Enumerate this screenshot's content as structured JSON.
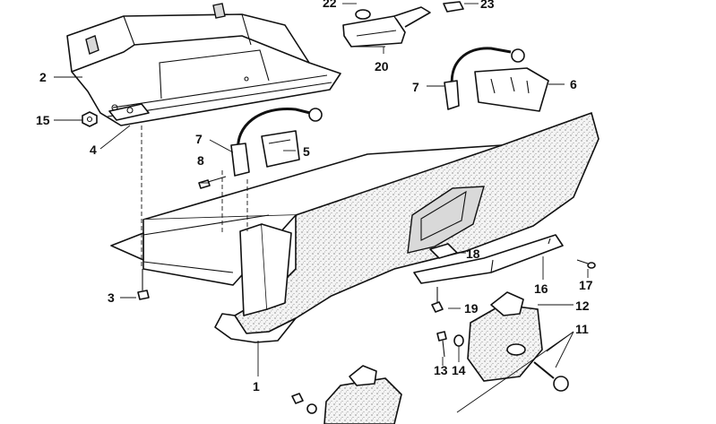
{
  "diagram": {
    "callouts": [
      {
        "id": "c1",
        "text": "1"
      },
      {
        "id": "c2",
        "text": "2"
      },
      {
        "id": "c3",
        "text": "3"
      },
      {
        "id": "c4",
        "text": "4"
      },
      {
        "id": "c5",
        "text": "5"
      },
      {
        "id": "c6",
        "text": "6"
      },
      {
        "id": "c7a",
        "text": "7"
      },
      {
        "id": "c7b",
        "text": "7"
      },
      {
        "id": "c8",
        "text": "8"
      },
      {
        "id": "c11",
        "text": "11"
      },
      {
        "id": "c12",
        "text": "12"
      },
      {
        "id": "c13",
        "text": "13"
      },
      {
        "id": "c14",
        "text": "14"
      },
      {
        "id": "c15",
        "text": "15"
      },
      {
        "id": "c16",
        "text": "16"
      },
      {
        "id": "c17",
        "text": "17"
      },
      {
        "id": "c18",
        "text": "18"
      },
      {
        "id": "c19",
        "text": "19"
      },
      {
        "id": "c20",
        "text": "20"
      },
      {
        "id": "c22",
        "text": "22"
      },
      {
        "id": "c23",
        "text": "23"
      }
    ]
  }
}
